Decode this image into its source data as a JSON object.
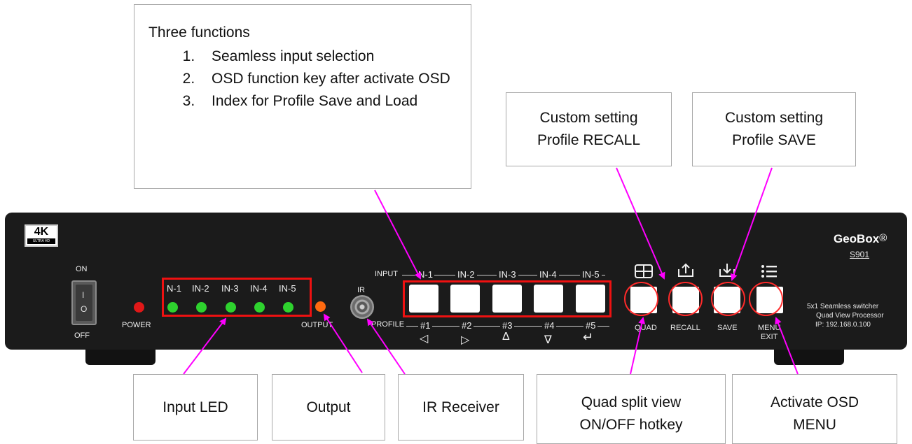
{
  "callouts": {
    "functions": {
      "title": "Three functions",
      "items": [
        "Seamless input selection",
        "OSD function key after activate OSD",
        "Index for Profile Save and Load"
      ]
    },
    "recall": {
      "line1": "Custom setting",
      "line2": "Profile RECALL"
    },
    "save": {
      "line1": "Custom setting",
      "line2": "Profile SAVE"
    },
    "input_led": "Input LED",
    "output": "Output",
    "ir_receiver": "IR Receiver",
    "quad": {
      "line1": "Quad split view",
      "line2": "ON/OFF hotkey"
    },
    "osd": {
      "line1": "Activate OSD",
      "line2": "MENU"
    }
  },
  "device": {
    "badge_main": "4K",
    "badge_sub": "ULTRA HD",
    "switch_on": "ON",
    "switch_off": "OFF",
    "switch_i": "I",
    "switch_o": "O",
    "power_label": "POWER",
    "led_labels": [
      "N-1",
      "IN-2",
      "IN-3",
      "IN-4",
      "IN-5"
    ],
    "output_label": "OUTPUT",
    "ir_label": "IR",
    "input_row_prefix": "INPUT",
    "input_keys": [
      "N-1",
      "IN-2",
      "IN-3",
      "IN-4",
      "IN-5"
    ],
    "profile_row_prefix": "PROFILE",
    "profile_keys": [
      "#1",
      "#2",
      "#3",
      "#4",
      "#5"
    ],
    "function_keys": [
      "QUAD",
      "RECALL",
      "SAVE",
      "MENU",
      "EXIT"
    ],
    "brand": "GeoBox",
    "brand_mark": "®",
    "model": "S901",
    "desc": [
      "5x1 Seamless switcher",
      "Quad View Processor",
      "IP: 192.168.0.100"
    ]
  },
  "colors": {
    "accent_arrow": "#ff00ff",
    "highlight_red": "#ee1111",
    "led_green": "#2ed22e",
    "power_red": "#e01818",
    "output_orange": "#ff6a10"
  }
}
